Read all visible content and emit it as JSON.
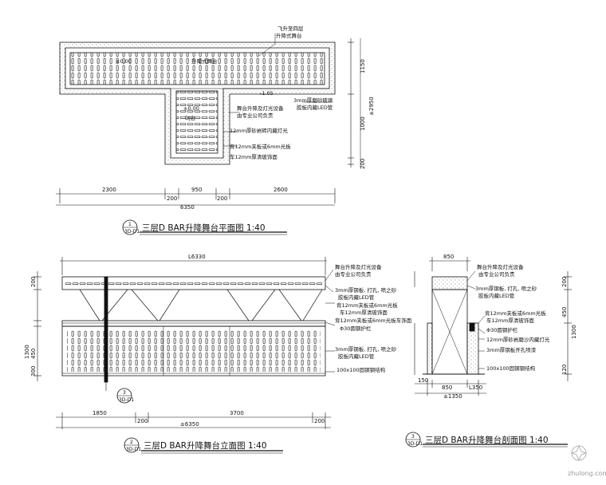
{
  "plan": {
    "title": "三层D BAR升降舞台平面图 1:40",
    "badge_top": "1",
    "badge_bottom": "3D-D1",
    "notes": {
      "top": [
        "飞升至四层",
        "升降式舞台"
      ],
      "left_mark": "±0.00",
      "center_top": "升降式舞台",
      "level_mark": "-1.05",
      "center_left": [
        "±0.00",
        "DJ台"
      ],
      "equip": [
        "舞台升降及灯光设备",
        "由专业公司负责"
      ],
      "led": [
        "3mm厚磨砂玻璃",
        "胶板内藏LED管"
      ],
      "r1": "12mm厚砂岩砖内藏灯光",
      "r2a": "背12mm夹板或6mm光板",
      "r2b": "车12mm厚清玻饰面"
    },
    "dims_bottom": [
      "2300",
      "200",
      "950",
      "200",
      "2600"
    ],
    "dim_total": "6350",
    "dims_right": [
      "1150",
      "1000",
      "200"
    ],
    "dim_right_total": "±2950"
  },
  "elevation": {
    "title": "三层D BAR升降舞台立面图 1:40",
    "badge_top": "2",
    "badge_bottom": "3D-D1",
    "section_badge_top": "3",
    "section_badge_bottom": "3D-D1",
    "dim_top": "L6330",
    "dims_left": [
      "200",
      "450",
      "300",
      "1300"
    ],
    "dims_bottom": [
      "1850",
      "200",
      "3700",
      "200"
    ],
    "dim_total": "±6350",
    "notes": [
      "舞台升降及灯光设备",
      "由专业公司负责",
      "3mm厚钢板, 打孔, 喷之砂",
      "胶板内藏LED管",
      "背12mm夹板或6mm光板",
      "车12mm厚清玻饰面",
      "背12mm夹板或6mm光板车饰面",
      "Φ30圆钢护栏",
      "3mm厚钢板, 打孔, 喷之砂",
      "胶板内藏LED管",
      "100x100固钢钢结构"
    ]
  },
  "section": {
    "title": "三层D BAR升降舞台剖面图 1:40",
    "badge_top": "3",
    "badge_bottom": "3D-D1",
    "dim_top": "850",
    "dims_bottom": [
      "150",
      "850",
      "L350"
    ],
    "dim_total": "±1350",
    "dims_right": [
      "200",
      "450",
      "1300",
      "120"
    ],
    "notes": [
      "舞台升降及灯光设备",
      "由专业公司负责",
      "3mm厚钢板, 打孔, 喷之砂",
      "胶板内藏LED管",
      "背12mm夹板或6mm光板",
      "车12mm厚清玻饰面",
      "Φ30圆钢护栏",
      "12mm厚砂岩磨沙内藏灯光",
      "3mm厚钢板开孔喷漆",
      "100x100固钢钢结构"
    ]
  },
  "watermark": "zhulong.com"
}
